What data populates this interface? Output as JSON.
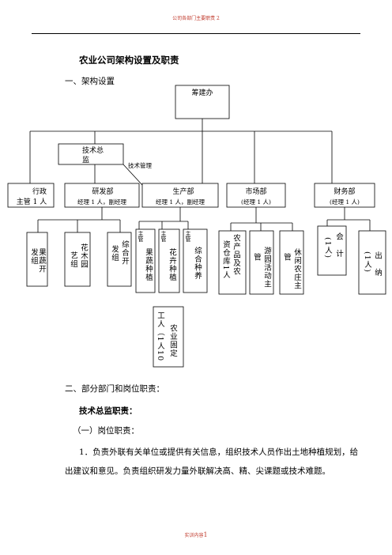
{
  "header": {
    "text": "公司各部门主要职责 2"
  },
  "footer": {
    "text": "实训内容",
    "page": "1"
  },
  "doc": {
    "title": "农业公司架构设置及职责",
    "section1": "一、架构设置",
    "section2": "二、部分部门和岗位职责：",
    "role_title": "技术总监职责：",
    "duty_head": "（一）岗位职责：",
    "duty1": "1．负责外联有关单位或提供有关信息，组织技术人员作出土地种植规划，给出建议和意见。负责组织研发力量外联解决高、精、尖课题或技术难题。"
  },
  "org": {
    "top": "筹建办",
    "tech_director": "技术总监",
    "tech_mgmt": "技术管理",
    "admin": {
      "name": "行政",
      "note": "主管 1 人"
    },
    "rd": {
      "name": "研发部",
      "note": "经理 1 人，副经理"
    },
    "prod": {
      "name": "生产部",
      "note": "经理 1 人，副经理"
    },
    "market": {
      "name": "市场部",
      "note": "(经理 1 人)"
    },
    "finance": {
      "name": "财务部",
      "note": "(经理 1 人)"
    },
    "rd_units": [
      {
        "a": "发组",
        "b": "果蔬开"
      },
      {
        "a": "艺组",
        "b": "花木园"
      },
      {
        "a": "发组",
        "b": "综合开"
      }
    ],
    "prod_units": [
      {
        "a": "主管",
        "b": "果蔬种植"
      },
      {
        "a": "主管",
        "b": "花卉种植"
      },
      {
        "a": "主管",
        "b": "综合种养"
      }
    ],
    "market_units": [
      {
        "a": "资仓库1人",
        "b": "农产品及农"
      },
      {
        "a": "管",
        "b": "游园活动主"
      },
      {
        "a": "管",
        "b": "休闲农庄主"
      }
    ],
    "finance_units": [
      {
        "a": "(1人)",
        "b": "会计"
      },
      {
        "a": "(1人)",
        "b": "出纳"
      }
    ],
    "workers": {
      "a": "工人（1人10",
      "b": "农业固定"
    }
  }
}
